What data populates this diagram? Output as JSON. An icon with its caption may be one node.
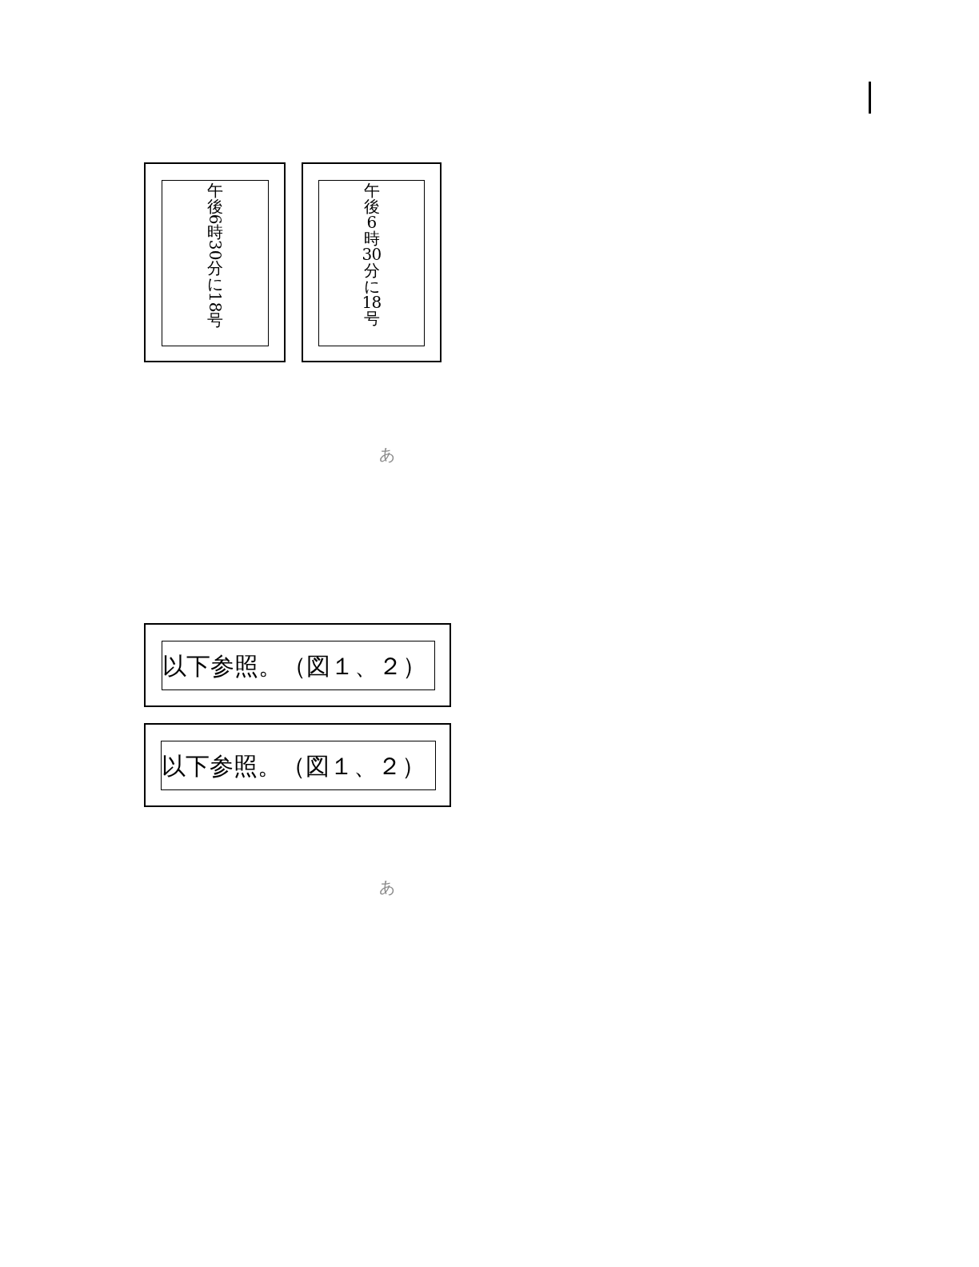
{
  "diagram": {
    "nodes": [
      {
        "text": [],
        "shape": "box"
      },
      {
        "text": [
          "午後6時30分に18号"
        ],
        "in": 0
      },
      {
        "text": [],
        "shape": "box"
      },
      {
        "text": [
          "午後6時30分に18号"
        ],
        "in": 2
      },
      {
        "text": [],
        "shape": "box"
      },
      {
        "text": [
          "以下参照。（図１、２）"
        ],
        "in": 4
      },
      {
        "text": [],
        "shape": "box"
      },
      {
        "text": [
          "以下参照。（図１、２）"
        ],
        "in": 6
      }
    ],
    "labels": [
      "あ",
      "あ"
    ]
  }
}
